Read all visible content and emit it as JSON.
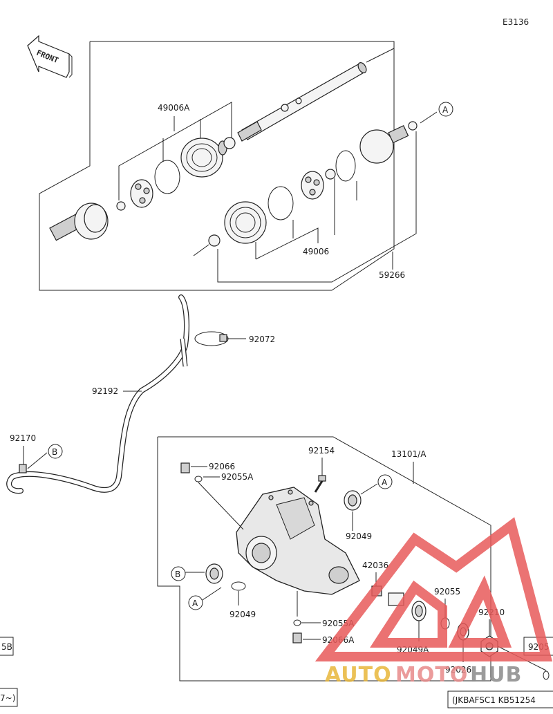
{
  "diagram_code": "E3136",
  "front_label": "FRONT",
  "labels": {
    "p49006A": "49006A",
    "p49006": "49006",
    "p59266": "59266",
    "p92072": "92072",
    "p92192": "92192",
    "p92170": "92170",
    "p92066": "92066",
    "p92055A_top": "92055A",
    "p92154": "92154",
    "p13101A": "13101/A",
    "p92049_right": "92049",
    "p42036": "42036",
    "p92055": "92055",
    "p92210": "92210",
    "p92049A": "92049A",
    "p92026": "92026",
    "p92049_left": "92049",
    "p92055A_bottom": "92055A",
    "p92066A": "92066A"
  },
  "refs": {
    "a_top": "A",
    "a_mid": "A",
    "a_left": "A",
    "b_left": "B",
    "b_mid": "B"
  },
  "edge_labels": {
    "left_top": "5B",
    "left_bottom": "7~)",
    "right_top": "9205"
  },
  "footer_code": "(JKBAFSC1 KB51254",
  "watermark": {
    "auto": "AUTO",
    "moto": "MOTO",
    "hub": "HUB",
    "colors": {
      "auto": "#e8b73a",
      "moto": "#e88a8a",
      "hub": "#8a8a8a",
      "triangle": "#e85a5a"
    }
  }
}
